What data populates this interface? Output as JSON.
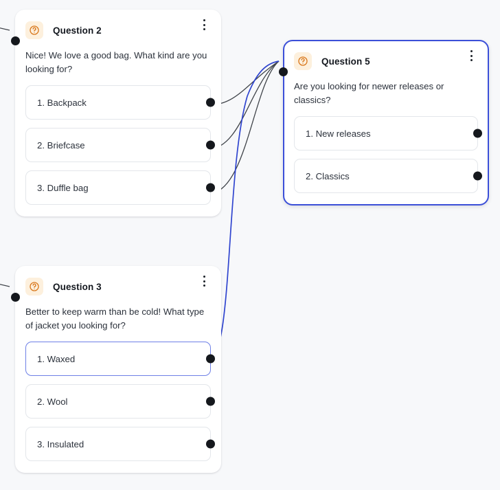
{
  "canvas": {
    "background_color": "#f7f8fa",
    "accent_color": "#3b4fd8",
    "edge_color": "#3f4349",
    "selected_edge_color": "#2f44cf",
    "icon_color": "#d9781d",
    "icon_background": "#fdf0dd"
  },
  "nodes": [
    {
      "id": "question-2",
      "icon": "question-circle-icon",
      "title": "Question 2",
      "menu_icon": "kebab-menu-icon",
      "question": "Nice! We love a good bag. What kind are you looking for?",
      "selected": false,
      "options": [
        {
          "label": "1. Backpack",
          "selected": false
        },
        {
          "label": "2. Briefcase",
          "selected": false
        },
        {
          "label": "3. Duffle bag",
          "selected": false
        }
      ]
    },
    {
      "id": "question-3",
      "icon": "question-circle-icon",
      "title": "Question 3",
      "menu_icon": "kebab-menu-icon",
      "question": "Better to keep warm than be cold! What type of jacket you looking for?",
      "selected": false,
      "options": [
        {
          "label": "1. Waxed",
          "selected": true
        },
        {
          "label": "2. Wool",
          "selected": false
        },
        {
          "label": "3. Insulated",
          "selected": false
        }
      ]
    },
    {
      "id": "question-5",
      "icon": "question-circle-icon",
      "title": "Question 5",
      "menu_icon": "kebab-menu-icon",
      "question": "Are you looking for newer releases or classics?",
      "selected": true,
      "options": [
        {
          "label": "1. New releases",
          "selected": false
        },
        {
          "label": "2. Classics",
          "selected": false
        }
      ]
    }
  ],
  "edges": [
    {
      "id": "edge-backpack-to-q5",
      "from": "question-2.option-1",
      "to": "question-5.input",
      "highlighted": false
    },
    {
      "id": "edge-briefcase-to-q5",
      "from": "question-2.option-2",
      "to": "question-5.input",
      "highlighted": false
    },
    {
      "id": "edge-duffle-to-q5",
      "from": "question-2.option-3",
      "to": "question-5.input",
      "highlighted": false
    },
    {
      "id": "edge-waxed-to-q5",
      "from": "question-3.option-1",
      "to": "question-5.input",
      "highlighted": true
    },
    {
      "id": "edge-incoming-q2",
      "from": "offscreen",
      "to": "question-2.input",
      "highlighted": false
    },
    {
      "id": "edge-incoming-q3",
      "from": "offscreen",
      "to": "question-3.input",
      "highlighted": false
    }
  ]
}
